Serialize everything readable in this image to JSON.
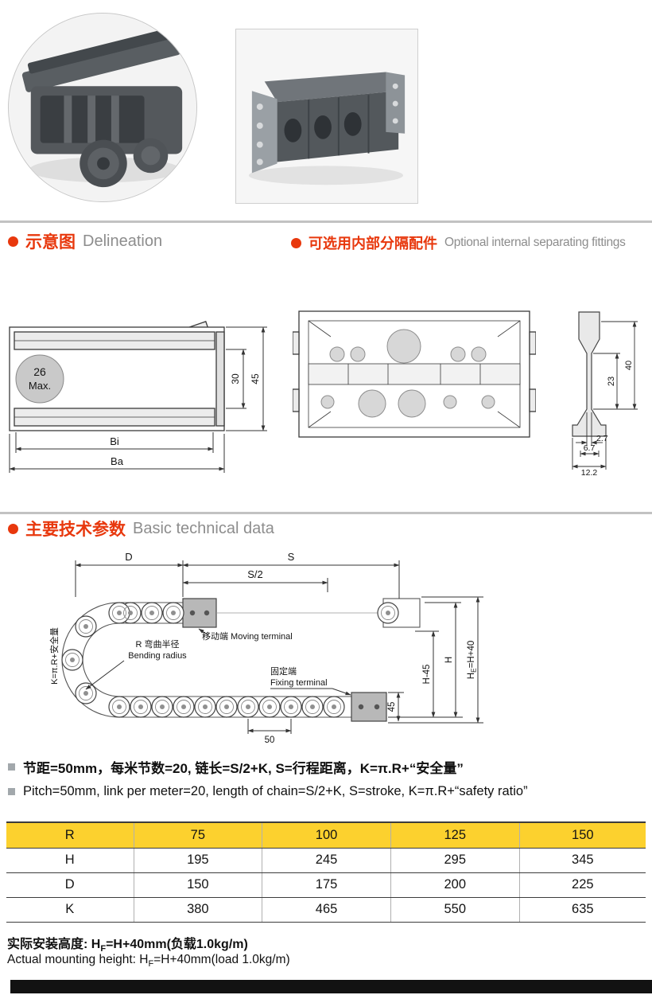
{
  "page": {
    "photos": {
      "round_photo": "cable-chain-closeup-photo",
      "rect_photo": "cable-carrier-product-photo"
    },
    "sections": {
      "delineation": {
        "cn": "示意图",
        "en": "Delineation"
      },
      "fittings": {
        "cn": "可选用内部分隔配件",
        "en": "Optional internal separating fittings"
      },
      "technical": {
        "cn": "主要技术参数",
        "en": "Basic technical data"
      }
    },
    "delineation_drawing": {
      "max_line1": "26",
      "max_line2": "Max.",
      "dim_inner_height": "30",
      "dim_outer_height": "45",
      "dim_inner_width": "Bi",
      "dim_outer_width": "Ba"
    },
    "separator_drawing": {
      "dim_23": "23",
      "dim_40": "40",
      "dim_2_7": "2.7",
      "dim_6_7": "6.7",
      "dim_12_2": "12.2"
    },
    "technical_diagram": {
      "dim_D": "D",
      "dim_S": "S",
      "dim_S2": "S/2",
      "k_formula": "K=π.R+安全量",
      "bending_cn": "R 弯曲半径",
      "bending_en": "Bending radius",
      "moving_label": "移动端 Moving terminal",
      "fixing_cn": "固定端",
      "fixing_en": "Fixing terminal",
      "dim_H45": "H-45",
      "dim_H": "H",
      "he_pre": "H",
      "he_sub": "E",
      "he_post": "=H+40",
      "dim_45": "45",
      "dim_50": "50"
    },
    "notes": {
      "cn": "节距=50mm，每米节数=20, 链长=S/2+K, S=行程距离，K=π.R+“安全量”",
      "en": "Pitch=50mm, link per meter=20, length of chain=S/2+K, S=stroke, K=π.R+“safety ratio”"
    },
    "table": {
      "rows": [
        {
          "label": "R",
          "values": [
            "75",
            "100",
            "125",
            "150"
          ]
        },
        {
          "label": "H",
          "values": [
            "195",
            "245",
            "295",
            "345"
          ]
        },
        {
          "label": "D",
          "values": [
            "150",
            "175",
            "200",
            "225"
          ]
        },
        {
          "label": "K",
          "values": [
            "380",
            "465",
            "550",
            "635"
          ]
        }
      ]
    },
    "footer": {
      "cn_prefix": "实际安装高度: H",
      "cn_sub": "F",
      "cn_suffix": "=H+40mm(负载1.0kg/m)",
      "en_prefix": "Actual mounting height: H",
      "en_sub": "F",
      "en_suffix": "=H+40mm(load 1.0kg/m)"
    },
    "colors": {
      "accent_red": "#e8380d",
      "header_gray": "#8d8d8d",
      "table_header_yellow": "#fcd12e"
    }
  }
}
